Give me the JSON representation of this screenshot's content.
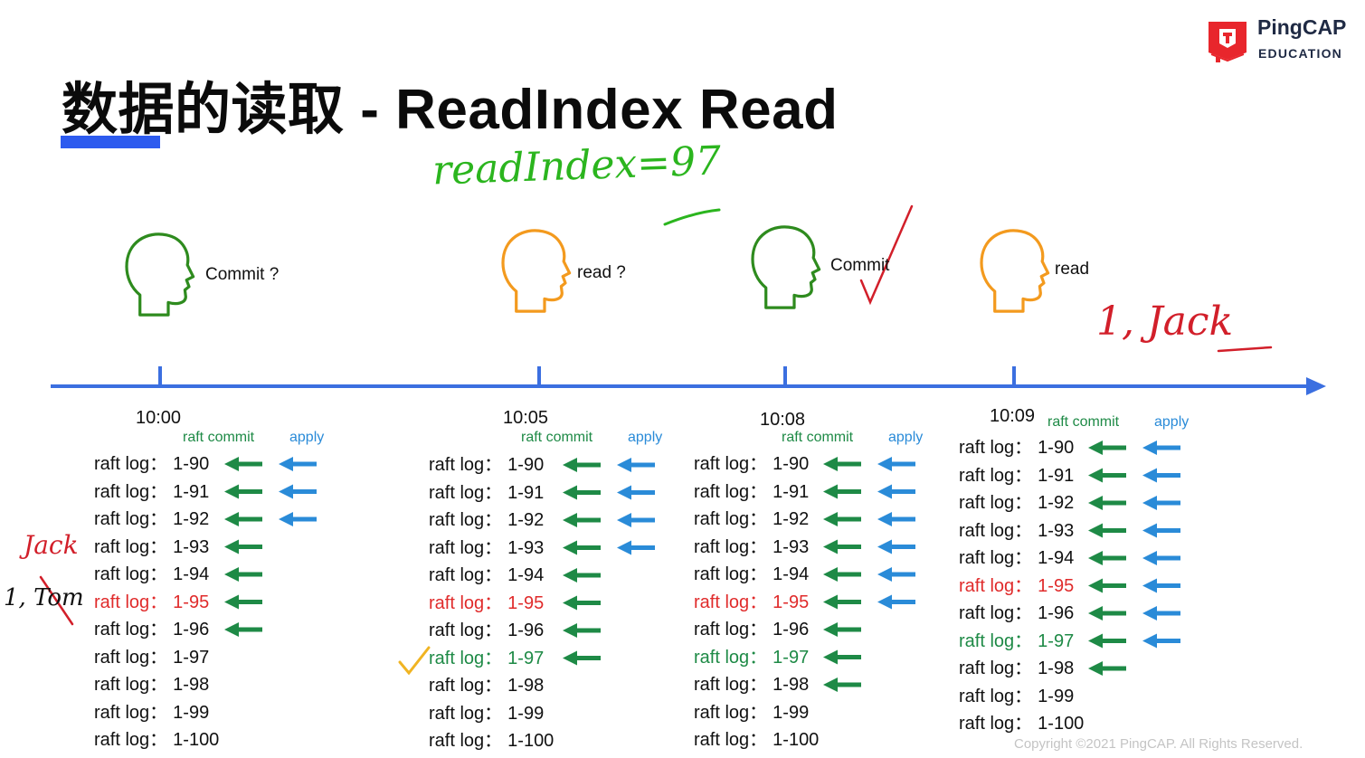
{
  "title": "数据的读取 - ReadIndex Read",
  "logo": {
    "name": "PingCAP",
    "sub": "EDUCATION"
  },
  "copyright": "Copyright ©2021 PingCAP. All Rights Reserved.",
  "annotations": {
    "read_index": "readIndex=97",
    "jack_top": "1, Jack",
    "jack_left": "Jack",
    "tom_left": "1, Tom"
  },
  "colors": {
    "blue_axis": "#3b6fe0",
    "commit_green": "#1e8a46",
    "apply_blue": "#2a8bd8",
    "red": "#e02b2b",
    "orange": "#f39a1e",
    "head_green": "#2e8b1e"
  },
  "columns": [
    {
      "time": "10:00",
      "head": {
        "color": "green",
        "label": "Commit ?"
      },
      "raft_commit_label": "raft commit",
      "apply_label": "apply",
      "logs": [
        {
          "label": "raft log：",
          "value": "1-90",
          "commit": true,
          "apply": true,
          "style": "normal"
        },
        {
          "label": "raft log：",
          "value": "1-91",
          "commit": true,
          "apply": true,
          "style": "normal"
        },
        {
          "label": "raft log：",
          "value": "1-92",
          "commit": true,
          "apply": true,
          "style": "normal"
        },
        {
          "label": "raft log：",
          "value": "1-93",
          "commit": true,
          "apply": false,
          "style": "normal"
        },
        {
          "label": "raft log：",
          "value": "1-94",
          "commit": true,
          "apply": false,
          "style": "normal"
        },
        {
          "label": "raft log：",
          "value": "1-95",
          "commit": true,
          "apply": false,
          "style": "red"
        },
        {
          "label": "raft log：",
          "value": "1-96",
          "commit": true,
          "apply": false,
          "style": "normal"
        },
        {
          "label": "raft log：",
          "value": "1-97",
          "commit": false,
          "apply": false,
          "style": "normal"
        },
        {
          "label": "raft log：",
          "value": "1-98",
          "commit": false,
          "apply": false,
          "style": "normal"
        },
        {
          "label": "raft log：",
          "value": "1-99",
          "commit": false,
          "apply": false,
          "style": "normal"
        },
        {
          "label": "raft log：",
          "value": "1-100",
          "commit": false,
          "apply": false,
          "style": "normal"
        }
      ]
    },
    {
      "time": "10:05",
      "head": {
        "color": "orange",
        "label": "read ?"
      },
      "raft_commit_label": "raft commit",
      "apply_label": "apply",
      "logs": [
        {
          "label": "raft log：",
          "value": "1-90",
          "commit": true,
          "apply": true,
          "style": "normal"
        },
        {
          "label": "raft log：",
          "value": "1-91",
          "commit": true,
          "apply": true,
          "style": "normal"
        },
        {
          "label": "raft log：",
          "value": "1-92",
          "commit": true,
          "apply": true,
          "style": "normal"
        },
        {
          "label": "raft log：",
          "value": "1-93",
          "commit": true,
          "apply": true,
          "style": "normal"
        },
        {
          "label": "raft log：",
          "value": "1-94",
          "commit": true,
          "apply": false,
          "style": "normal"
        },
        {
          "label": "raft log：",
          "value": "1-95",
          "commit": true,
          "apply": false,
          "style": "red"
        },
        {
          "label": "raft log：",
          "value": "1-96",
          "commit": true,
          "apply": false,
          "style": "normal"
        },
        {
          "label": "raft log：",
          "value": "1-97",
          "commit": true,
          "apply": false,
          "style": "green"
        },
        {
          "label": "raft log：",
          "value": "1-98",
          "commit": false,
          "apply": false,
          "style": "normal"
        },
        {
          "label": "raft log：",
          "value": "1-99",
          "commit": false,
          "apply": false,
          "style": "normal"
        },
        {
          "label": "raft log：",
          "value": "1-100",
          "commit": false,
          "apply": false,
          "style": "normal"
        }
      ]
    },
    {
      "time": "10:08",
      "head": {
        "color": "green",
        "label": "Commit"
      },
      "raft_commit_label": "raft commit",
      "apply_label": "apply",
      "logs": [
        {
          "label": "raft log：",
          "value": "1-90",
          "commit": true,
          "apply": true,
          "style": "normal"
        },
        {
          "label": "raft log：",
          "value": "1-91",
          "commit": true,
          "apply": true,
          "style": "normal"
        },
        {
          "label": "raft log：",
          "value": "1-92",
          "commit": true,
          "apply": true,
          "style": "normal"
        },
        {
          "label": "raft log：",
          "value": "1-93",
          "commit": true,
          "apply": true,
          "style": "normal"
        },
        {
          "label": "raft log：",
          "value": "1-94",
          "commit": true,
          "apply": true,
          "style": "normal"
        },
        {
          "label": "raft log：",
          "value": "1-95",
          "commit": true,
          "apply": true,
          "style": "red"
        },
        {
          "label": "raft log：",
          "value": "1-96",
          "commit": true,
          "apply": false,
          "style": "normal"
        },
        {
          "label": "raft log：",
          "value": "1-97",
          "commit": true,
          "apply": false,
          "style": "green"
        },
        {
          "label": "raft log：",
          "value": "1-98",
          "commit": true,
          "apply": false,
          "style": "normal"
        },
        {
          "label": "raft log：",
          "value": "1-99",
          "commit": false,
          "apply": false,
          "style": "normal"
        },
        {
          "label": "raft log：",
          "value": "1-100",
          "commit": false,
          "apply": false,
          "style": "normal"
        }
      ]
    },
    {
      "time": "10:09",
      "head": {
        "color": "orange",
        "label": "read"
      },
      "raft_commit_label": "raft commit",
      "apply_label": "apply",
      "logs": [
        {
          "label": "raft log：",
          "value": "1-90",
          "commit": true,
          "apply": true,
          "style": "normal"
        },
        {
          "label": "raft log：",
          "value": "1-91",
          "commit": true,
          "apply": true,
          "style": "normal"
        },
        {
          "label": "raft log：",
          "value": "1-92",
          "commit": true,
          "apply": true,
          "style": "normal"
        },
        {
          "label": "raft log：",
          "value": "1-93",
          "commit": true,
          "apply": true,
          "style": "normal"
        },
        {
          "label": "raft log：",
          "value": "1-94",
          "commit": true,
          "apply": true,
          "style": "normal"
        },
        {
          "label": "raft log：",
          "value": "1-95",
          "commit": true,
          "apply": true,
          "style": "red"
        },
        {
          "label": "raft log：",
          "value": "1-96",
          "commit": true,
          "apply": true,
          "style": "normal"
        },
        {
          "label": "raft log：",
          "value": "1-97",
          "commit": true,
          "apply": true,
          "style": "green"
        },
        {
          "label": "raft log：",
          "value": "1-98",
          "commit": true,
          "apply": false,
          "style": "normal"
        },
        {
          "label": "raft log：",
          "value": "1-99",
          "commit": false,
          "apply": false,
          "style": "normal"
        },
        {
          "label": "raft log：",
          "value": "1-100",
          "commit": false,
          "apply": false,
          "style": "normal"
        }
      ]
    }
  ]
}
